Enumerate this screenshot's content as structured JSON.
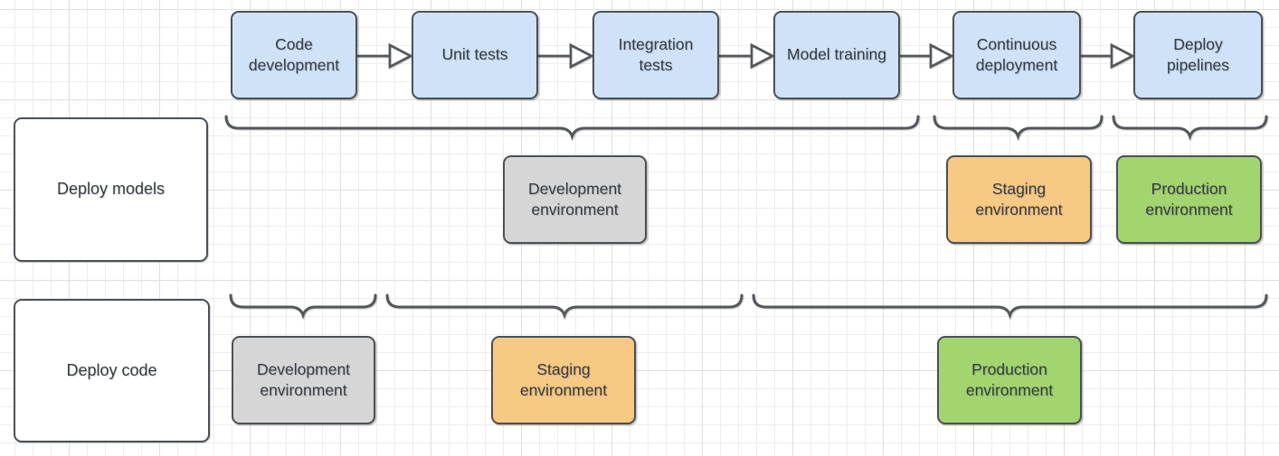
{
  "pipeline": {
    "steps": [
      {
        "label": "Code development"
      },
      {
        "label": "Unit tests"
      },
      {
        "label": "Integration tests"
      },
      {
        "label": "Model training"
      },
      {
        "label": "Continuous deployment"
      },
      {
        "label": "Deploy pipelines"
      }
    ]
  },
  "rows": {
    "deploy_models": {
      "label": "Deploy models",
      "environments": [
        {
          "label": "Development environment",
          "type": "development"
        },
        {
          "label": "Staging environment",
          "type": "staging"
        },
        {
          "label": "Production environment",
          "type": "production"
        }
      ]
    },
    "deploy_code": {
      "label": "Deploy code",
      "environments": [
        {
          "label": "Development environment",
          "type": "development"
        },
        {
          "label": "Staging environment",
          "type": "staging"
        },
        {
          "label": "Production environment",
          "type": "production"
        }
      ]
    }
  },
  "colors": {
    "step_fill": "#cfe2f7",
    "development_fill": "#d6d6d6",
    "staging_fill": "#f6c984",
    "production_fill": "#a2d470",
    "shape_border": "#4a5056",
    "connector": "#54585d",
    "text": "#343a42"
  }
}
